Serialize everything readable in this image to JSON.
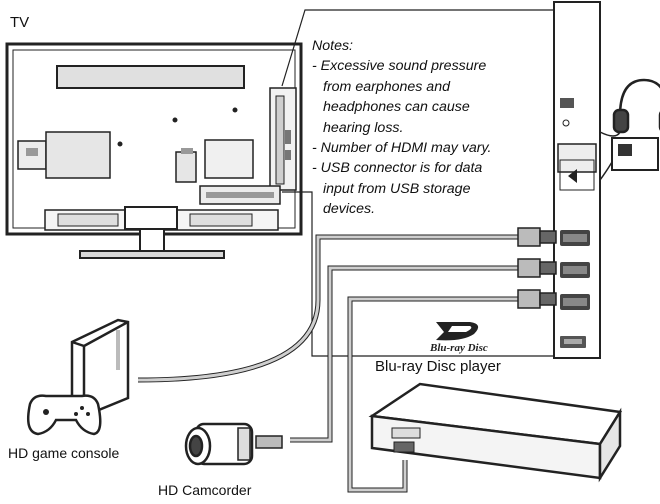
{
  "labels": {
    "tv": "TV",
    "blu_ray_player": "Blu-ray Disc player",
    "game_console": "HD game console",
    "camcorder": "HD Camcorder",
    "blu_ray_logo": "Blu-ray Disc"
  },
  "notes": {
    "title": "Notes:",
    "items": [
      [
        "- Excessive sound pressure",
        "from earphones and",
        "headphones can cause",
        "hearing loss."
      ],
      [
        "- Number of HDMI may vary."
      ],
      [
        "- USB connector is for data",
        "input from USB storage",
        "devices."
      ]
    ]
  },
  "colors": {
    "line": "#222222",
    "cable_gray": "#9a9a9a",
    "panel_fill": "#ffffff"
  }
}
